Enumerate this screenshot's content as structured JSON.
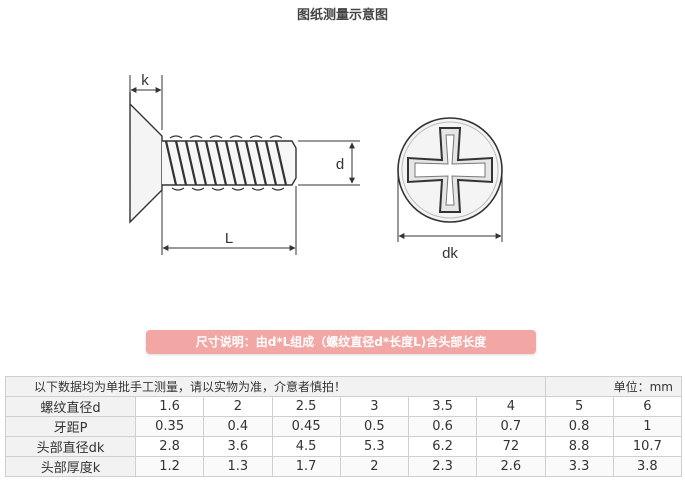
{
  "title": "图纸测量示意图",
  "diagram": {
    "label_k": "k",
    "label_d": "d",
    "label_L": "L",
    "label_dk": "dk"
  },
  "banner": "尺寸说明：由d*L组成（螺纹直径d*长度L)含头部长度",
  "table": {
    "note": "以下数据均为单批手工测量，请以实物为准，介意者慎拍！",
    "unit": "单位：mm",
    "rows": [
      {
        "label": "螺纹直径d",
        "values": [
          "1.6",
          "2",
          "2.5",
          "3",
          "3.5",
          "4",
          "5",
          "6"
        ]
      },
      {
        "label": "牙距P",
        "values": [
          "0.35",
          "0.4",
          "0.45",
          "0.5",
          "0.6",
          "0.7",
          "0.8",
          "1"
        ]
      },
      {
        "label": "头部直径dk",
        "values": [
          "2.8",
          "3.6",
          "4.5",
          "5.3",
          "6.2",
          "72",
          "8.8",
          "10.7"
        ]
      },
      {
        "label": "头部厚度k",
        "values": [
          "1.2",
          "1.3",
          "1.7",
          "2",
          "2.3",
          "2.6",
          "3.3",
          "3.8"
        ]
      }
    ]
  },
  "colors": {
    "banner": "#f3a7a5",
    "header_bg": "#f2f2f2",
    "line": "#333333"
  }
}
